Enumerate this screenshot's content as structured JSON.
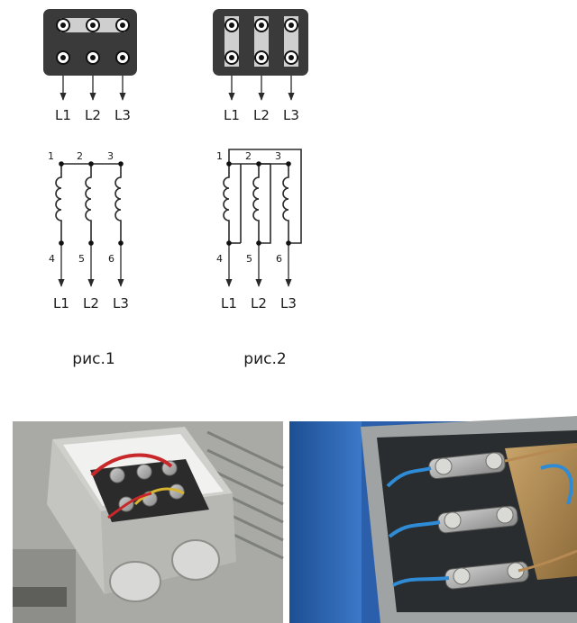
{
  "figure1": {
    "caption": "рис.1",
    "block_lines": [
      "L1",
      "L2",
      "L3"
    ],
    "terminal_numbers_top": [
      "1",
      "2",
      "3"
    ],
    "terminal_numbers_bottom": [
      "4",
      "5",
      "6"
    ],
    "output_lines": [
      "L1",
      "L2",
      "L3"
    ]
  },
  "figure2": {
    "caption": "рис.2",
    "block_lines": [
      "L1",
      "L2",
      "L3"
    ],
    "terminal_numbers_top": [
      "1",
      "2",
      "3"
    ],
    "terminal_numbers_bottom": [
      "4",
      "5",
      "6"
    ],
    "output_lines": [
      "L1",
      "L2",
      "L3"
    ]
  },
  "colors": {
    "block": "#3a3a3a",
    "bridge": "#cfcfcf",
    "wire": "#2a2a2a"
  }
}
